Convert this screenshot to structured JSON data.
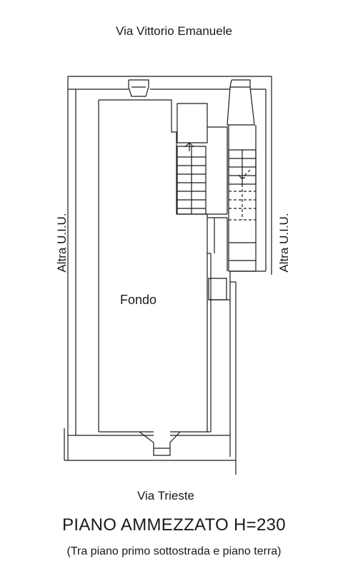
{
  "labels": {
    "street_top": "Via Vittorio Emanuele",
    "street_bottom": "Via Trieste",
    "room_name": "Fondo",
    "side_left": "Altra U.I.U.",
    "side_right": "Altra U.I.U.",
    "title": "PIANO AMMEZZATO H=230",
    "subtitle": "(Tra piano primo sottostrada e piano terra)"
  },
  "colors": {
    "line": "#1a1a1a",
    "background": "#ffffff"
  }
}
